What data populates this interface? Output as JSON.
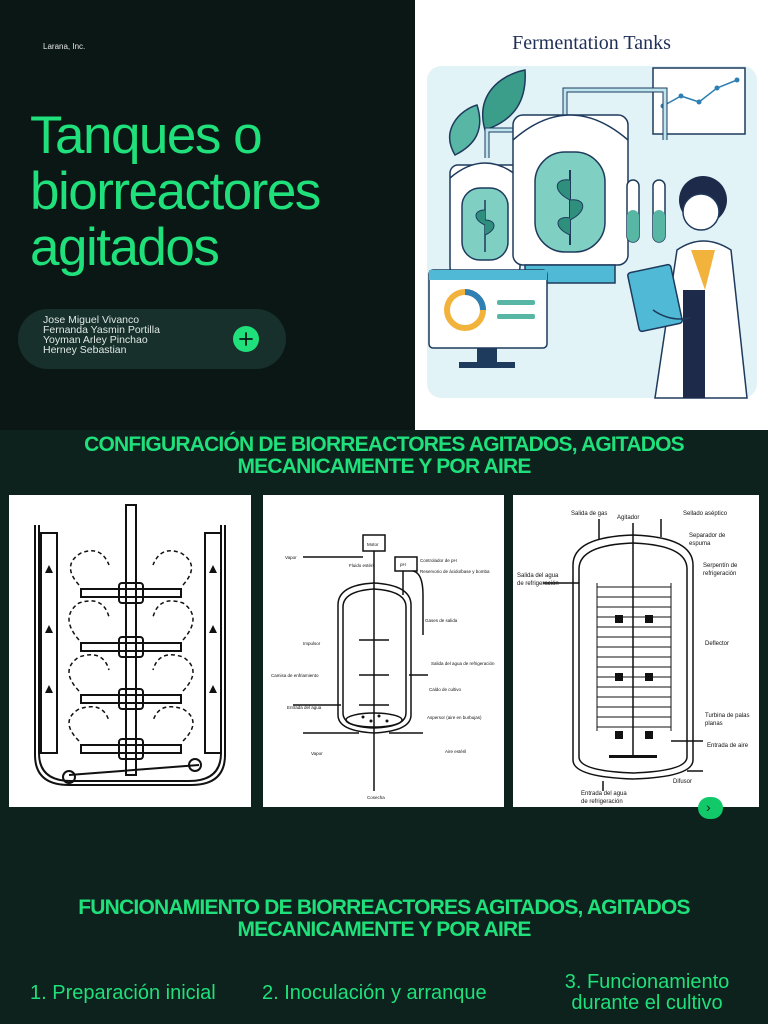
{
  "company": "Larana, Inc.",
  "title": {
    "line1": "Tanques  o",
    "line2": "biorreactores",
    "line3": "agitados"
  },
  "authors": [
    "Jose Miguel Vivanco",
    "Fernanda Yasmin Portilla",
    "Yoyman Arley Pinchao",
    "Herney Sebastian"
  ],
  "illustration": {
    "title": "Fermentation Tanks"
  },
  "section1": {
    "line1": "CONFIGURACIÓN DE BIORREACTORES AGITADOS, AGITADOS",
    "line2": "MECANICAMENTE Y POR AIRE"
  },
  "diagram2": {
    "vapor_top": "Vapor",
    "motor": "Motor",
    "ph": "pH",
    "ph_controller": "Controlador de pH",
    "reservoir": "Reservorio de ácido/base y bomba",
    "sterile_fluid": "Fluido estéril",
    "gas_exit": "Gases de salida",
    "impeller": "Impulsor",
    "cooling_water_exit": "Salida del agua de refrigeración",
    "cooling_jacket": "Camisa de enfriamiento",
    "culture_broth": "Caldo de cultivo",
    "water_inlet": "Entrada del agua",
    "sparger": "Aspersor (aire en burbujas)",
    "vapor_bottom": "Vapor",
    "sterile_air": "Aire estéril",
    "harvest": "Cosecha"
  },
  "diagram3": {
    "gas_exit": "Salida de gas",
    "agitator": "Agitador",
    "aseptic_seal": "Sellado aséptico",
    "foam_separator_1": "Separador de",
    "foam_separator_2": "espuma",
    "coolant_exit_1": "Salida del agua",
    "coolant_exit_2": "de refrigeración",
    "coil_1": "Serpentín de",
    "coil_2": "refrigeración",
    "baffle": "Deflector",
    "turbine_1": "Turbina de palas",
    "turbine_2": "planas",
    "air_inlet": "Entrada de aire",
    "diffuser": "Difusor",
    "coolant_inlet_1": "Entrada del agua",
    "coolant_inlet_2": "de refrigeración"
  },
  "section2": {
    "line1": "FUNCIONAMIENTO DE BIORREACTORES AGITADOS, AGITADOS",
    "line2": "MECANICAMENTE Y POR AIRE"
  },
  "steps": {
    "s1": "1.  Preparación inicial",
    "s2": "2. Inoculación y arranque",
    "s3_line1": "3. Funcionamiento",
    "s3_line2": "durante el cultivo"
  },
  "colors": {
    "accent": "#1fe07a",
    "background": "#0d211d",
    "panel": "#17302b"
  },
  "icons": {
    "authors_button": "plus-icon",
    "next": "chevron-right-icon"
  }
}
